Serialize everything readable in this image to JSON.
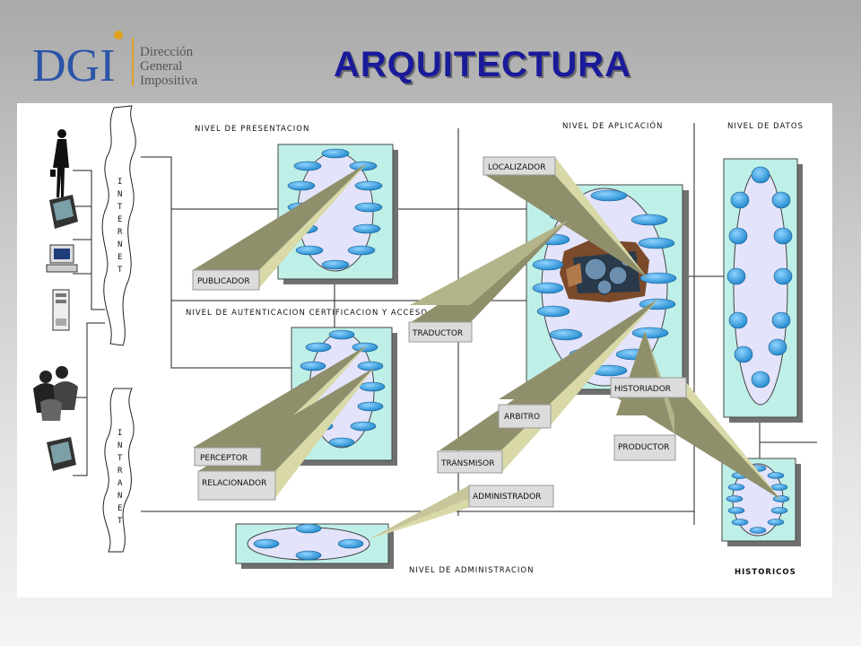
{
  "header": {
    "logo_letters": "DGI",
    "logo_line1": "Dirección",
    "logo_line2": "General",
    "logo_line3": "Impositiva",
    "title": "ARQUITECTURA"
  },
  "diagram": {
    "levels": {
      "presentacion": "NIVEL DE PRESENTACION",
      "aplicacion": "NIVEL DE APLICACIÓN",
      "datos": "NIVEL DE DATOS",
      "autenticacion": "NIVEL DE AUTENTICACION  CERTIFICACION Y ACCESO",
      "administracion": "NIVEL DE ADMINISTRACION",
      "historicos": "HISTORICOS"
    },
    "networks": {
      "internet": [
        "I",
        "N",
        "T",
        "E",
        "R",
        "N",
        "E",
        "T"
      ],
      "intranet": [
        "I",
        "N",
        "T",
        "R",
        "A",
        "N",
        "E",
        "T"
      ]
    },
    "callouts": {
      "publicador": "PUBLICADOR",
      "localizador": "LOCALIZADOR",
      "traductor": "TRADUCTOR",
      "perceptor": "PERCEPTOR",
      "relacionador": "RELACIONADOR",
      "arbitro": "ARBITRO",
      "transmisor": "TRANSMISOR",
      "administrador": "ADMINISTRADOR",
      "historiador": "HISTORIADOR",
      "productor": "PRODUCTOR"
    },
    "colors": {
      "title": "#1a1a9a",
      "box_fill": "#bff0e8",
      "node_fill": "#3ea7e6",
      "ellipse_fill": "#e3e4fb",
      "callout_fill": "#dcdcdc",
      "beam_fill": "#8f8f6c",
      "beam_light": "#d9d9a8"
    }
  }
}
